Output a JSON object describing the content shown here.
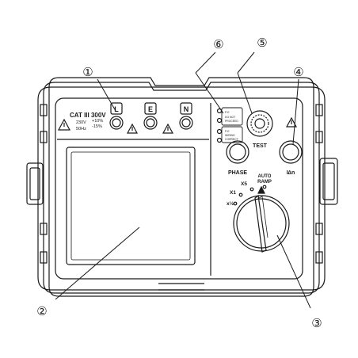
{
  "callouts": [
    "①",
    "②",
    "③",
    "④",
    "⑤",
    "⑥"
  ],
  "cat_rating": "CAT III 300V",
  "voltage": "230V",
  "frequency": "50Hz",
  "tolerance_plus": "+10%",
  "tolerance_minus": "-15%",
  "terminals": [
    "L",
    "E",
    "N"
  ],
  "phase_label": "PHASE",
  "test_label": "TEST",
  "idn_label": "I∆n",
  "led_texts": [
    "P-E",
    "DO NOT",
    "PROCEED",
    "P-E",
    "WIRING",
    "CORRECT"
  ],
  "range_labels": {
    "x_half": "x½",
    "x1": "X1",
    "x5": "X5",
    "auto_ramp_1": "AUTO",
    "auto_ramp_2": "RAMP"
  },
  "colors": {
    "line": "#1a1a1a",
    "background": "#ffffff"
  },
  "icons": [
    "warning-triangle-icon",
    "warning-triangle-icon",
    "warning-triangle-icon",
    "warning-triangle-icon"
  ]
}
